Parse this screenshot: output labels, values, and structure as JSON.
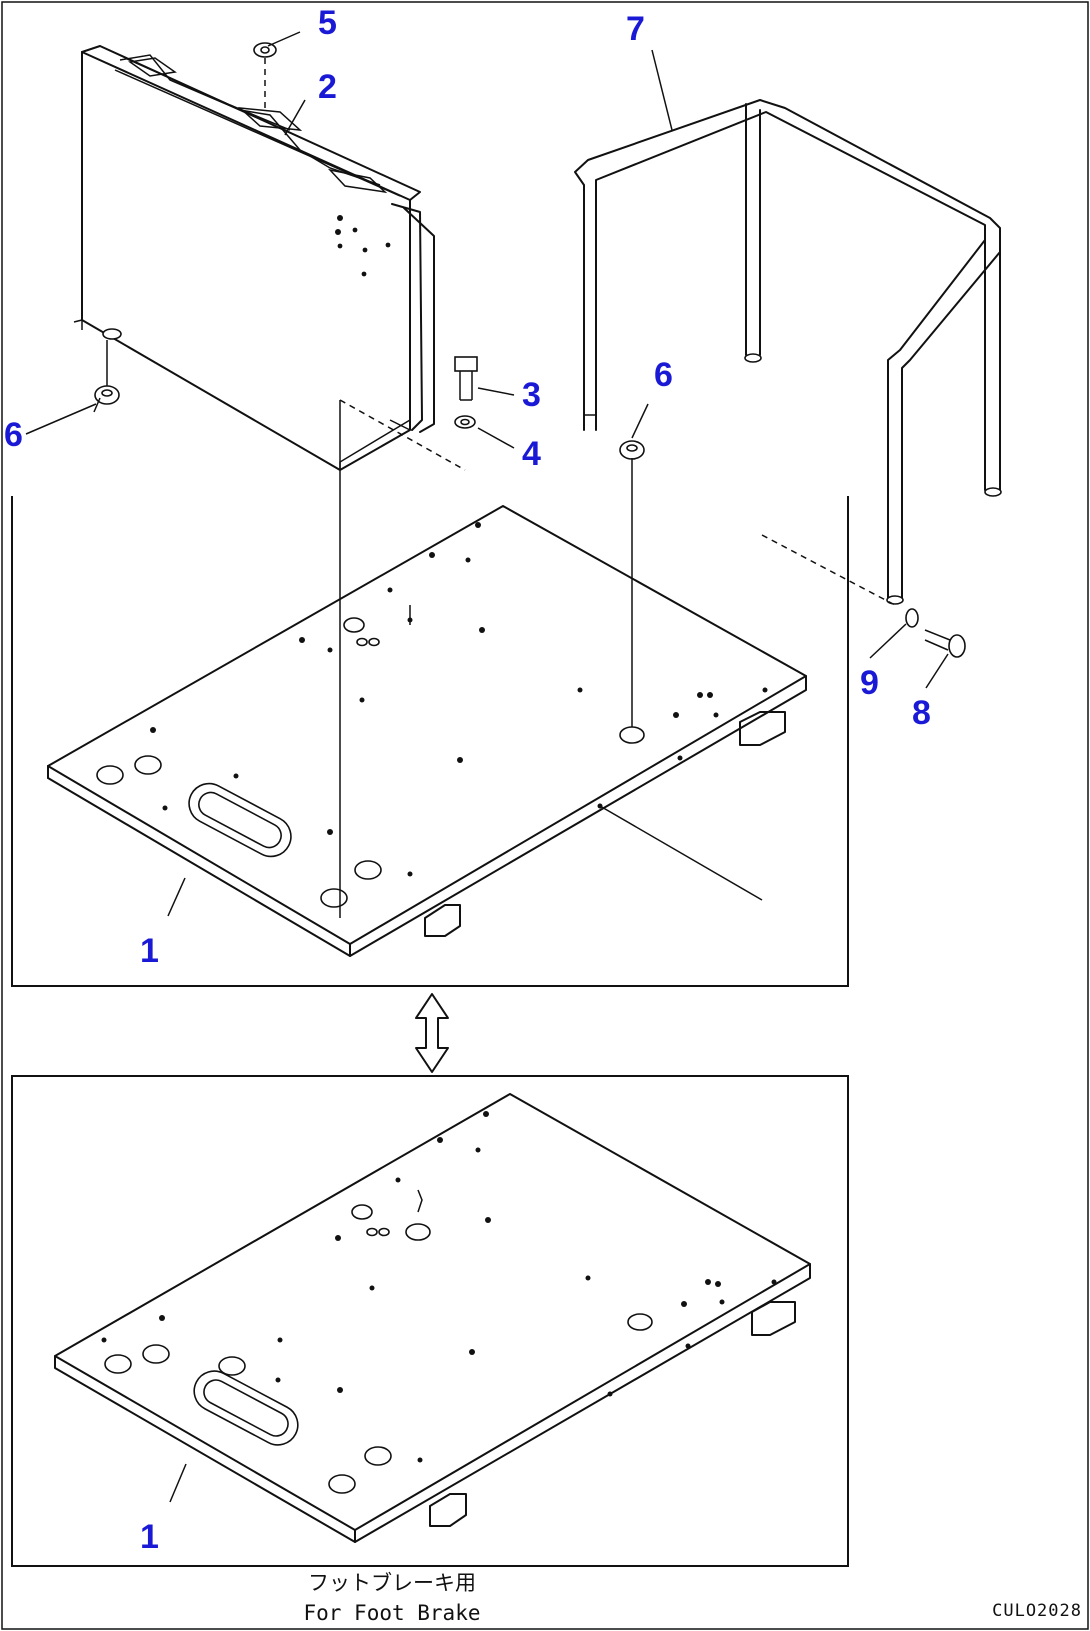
{
  "callouts": [
    {
      "id": "c1a",
      "label": "1"
    },
    {
      "id": "c1b",
      "label": "1"
    },
    {
      "id": "c2",
      "label": "2"
    },
    {
      "id": "c3",
      "label": "3"
    },
    {
      "id": "c4",
      "label": "4"
    },
    {
      "id": "c5",
      "label": "5"
    },
    {
      "id": "c6a",
      "label": "6"
    },
    {
      "id": "c6b",
      "label": "6"
    },
    {
      "id": "c7",
      "label": "7"
    },
    {
      "id": "c8",
      "label": "8"
    },
    {
      "id": "c9",
      "label": "9"
    }
  ],
  "caption": {
    "line1": "フットブレーキ用",
    "line2": "For Foot Brake"
  },
  "drawing_code": "CULO2028"
}
